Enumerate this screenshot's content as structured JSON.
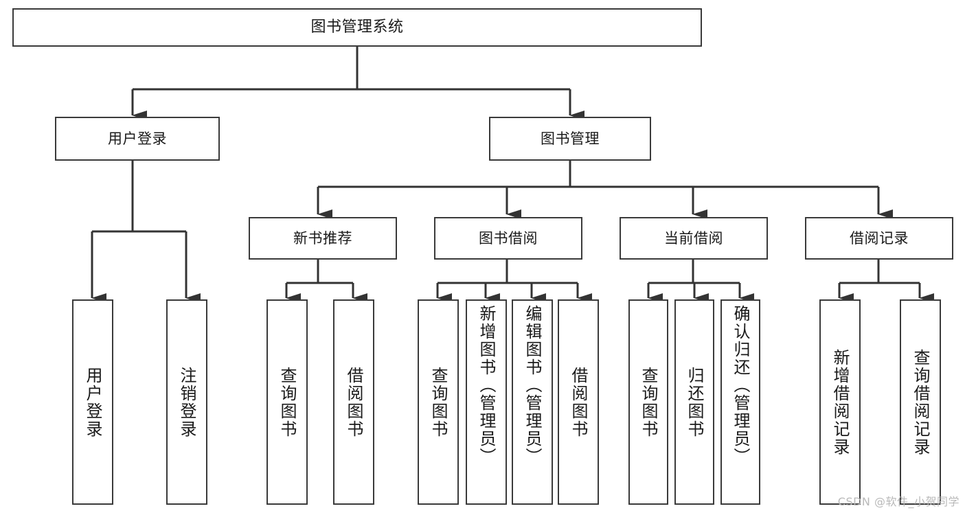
{
  "diagram": {
    "title": "图书管理系统",
    "type": "tree",
    "orientation": "top-down",
    "colors": {
      "background": "#ffffff",
      "box_border": "#3a3a3a",
      "box_fill": "#ffffff",
      "edge": "#333333",
      "text": "#1a1a1a",
      "watermark": "#b9b9b9"
    },
    "watermark": "CSDN @软件_小贺同学"
  },
  "nodes": {
    "root": {
      "label": "图书管理系统"
    },
    "level2": [
      {
        "label": "用户登录"
      },
      {
        "label": "图书管理"
      }
    ],
    "level3": [
      {
        "label": "新书推荐"
      },
      {
        "label": "图书借阅"
      },
      {
        "label": "当前借阅"
      },
      {
        "label": "借阅记录"
      }
    ],
    "leaves": {
      "user_login": [
        {
          "label": "用户登录"
        },
        {
          "label": "注销登录"
        }
      ],
      "new_book": [
        {
          "label": "查询图书"
        },
        {
          "label": "借阅图书"
        }
      ],
      "book_borrow": [
        {
          "label": "查询图书"
        },
        {
          "label": "新增图书（管理员）"
        },
        {
          "label": "编辑图书（管理员）"
        },
        {
          "label": "借阅图书"
        }
      ],
      "current_borrow": [
        {
          "label": "查询图书"
        },
        {
          "label": "归还图书"
        },
        {
          "label": "确认归还（管理员）"
        }
      ],
      "borrow_record": [
        {
          "label": "新增借阅记录"
        },
        {
          "label": "查询借阅记录"
        }
      ]
    }
  }
}
